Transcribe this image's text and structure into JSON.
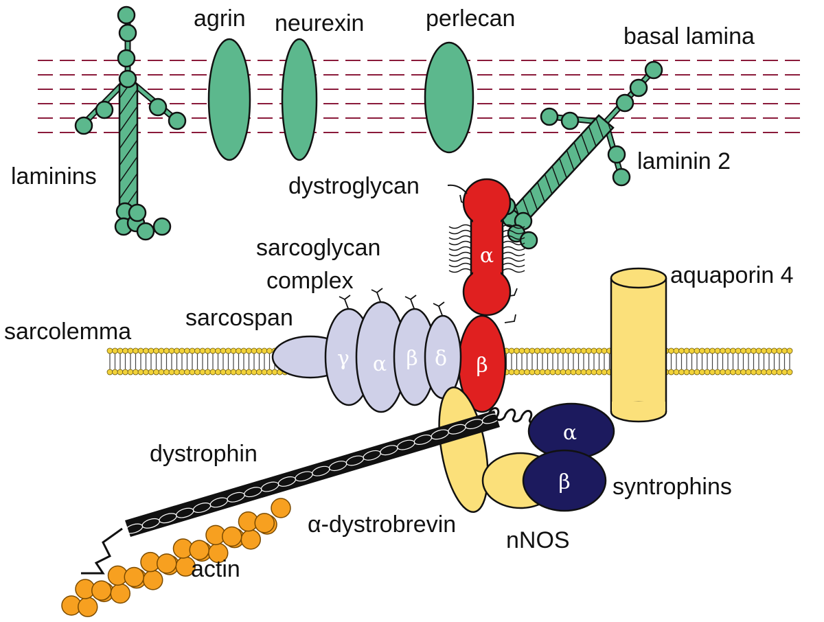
{
  "labels": {
    "agrin": "agrin",
    "neurexin": "neurexin",
    "perlecan": "perlecan",
    "basal_lamina": "basal lamina",
    "laminins": "laminins",
    "laminin2": "laminin 2",
    "dystroglycan": "dystroglycan",
    "sarcoglycan_line1": "sarcoglycan",
    "sarcoglycan_line2": "complex",
    "aquaporin4": "aquaporin 4",
    "sarcolemma": "sarcolemma",
    "sarcospan": "sarcospan",
    "dystrophin": "dystrophin",
    "syntrophins": "syntrophins",
    "dystrobrevin": "α-dystrobrevin",
    "nnos": "nNOS",
    "actin": "actin"
  },
  "greek": {
    "dg_alpha": "α",
    "dg_beta": "β",
    "sg_gamma": "γ",
    "sg_alpha": "α",
    "sg_beta": "β",
    "sg_delta": "δ",
    "syn_alpha": "α",
    "syn_beta": "β"
  },
  "colors": {
    "green": "#5cb88d",
    "red": "#e02020",
    "lavender": "#cfd0e8",
    "yellow": "#fbe07a",
    "navy": "#1c1a5e",
    "orange": "#f7a020",
    "basal_line": "#8a1a3a",
    "membrane": "#f2d23a"
  }
}
